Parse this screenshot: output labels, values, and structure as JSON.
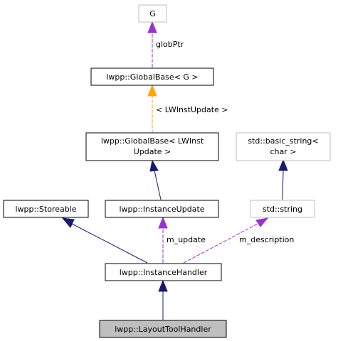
{
  "diagram": {
    "colors": {
      "node_border": "#000000",
      "node_border_external": "#bfbfbf",
      "node_fill": "#ffffff",
      "focus_fill": "#bfbfbf",
      "inheritance_edge": "#191970",
      "usage_edge": "#9a32cd",
      "template_edge": "#ffa500"
    },
    "nodes": {
      "G": "G",
      "global_base_g": "lwpp::GlobalBase< G >",
      "global_base_lwinst_line1": "lwpp::GlobalBase< LWInst",
      "global_base_lwinst_line2": "Update >",
      "basic_string_line1": "std::basic_string<",
      "basic_string_line2": "char >",
      "storeable": "lwpp::Storeable",
      "instance_update": "lwpp::InstanceUpdate",
      "std_string": "std::string",
      "instance_handler": "lwpp::InstanceHandler",
      "layout_tool_handler": "lwpp::LayoutToolHandler"
    },
    "edge_labels": {
      "glob_ptr": "globPtr",
      "template_arg": "< LWInstUpdate >",
      "m_update": "m_update",
      "m_description": "m_description"
    }
  }
}
